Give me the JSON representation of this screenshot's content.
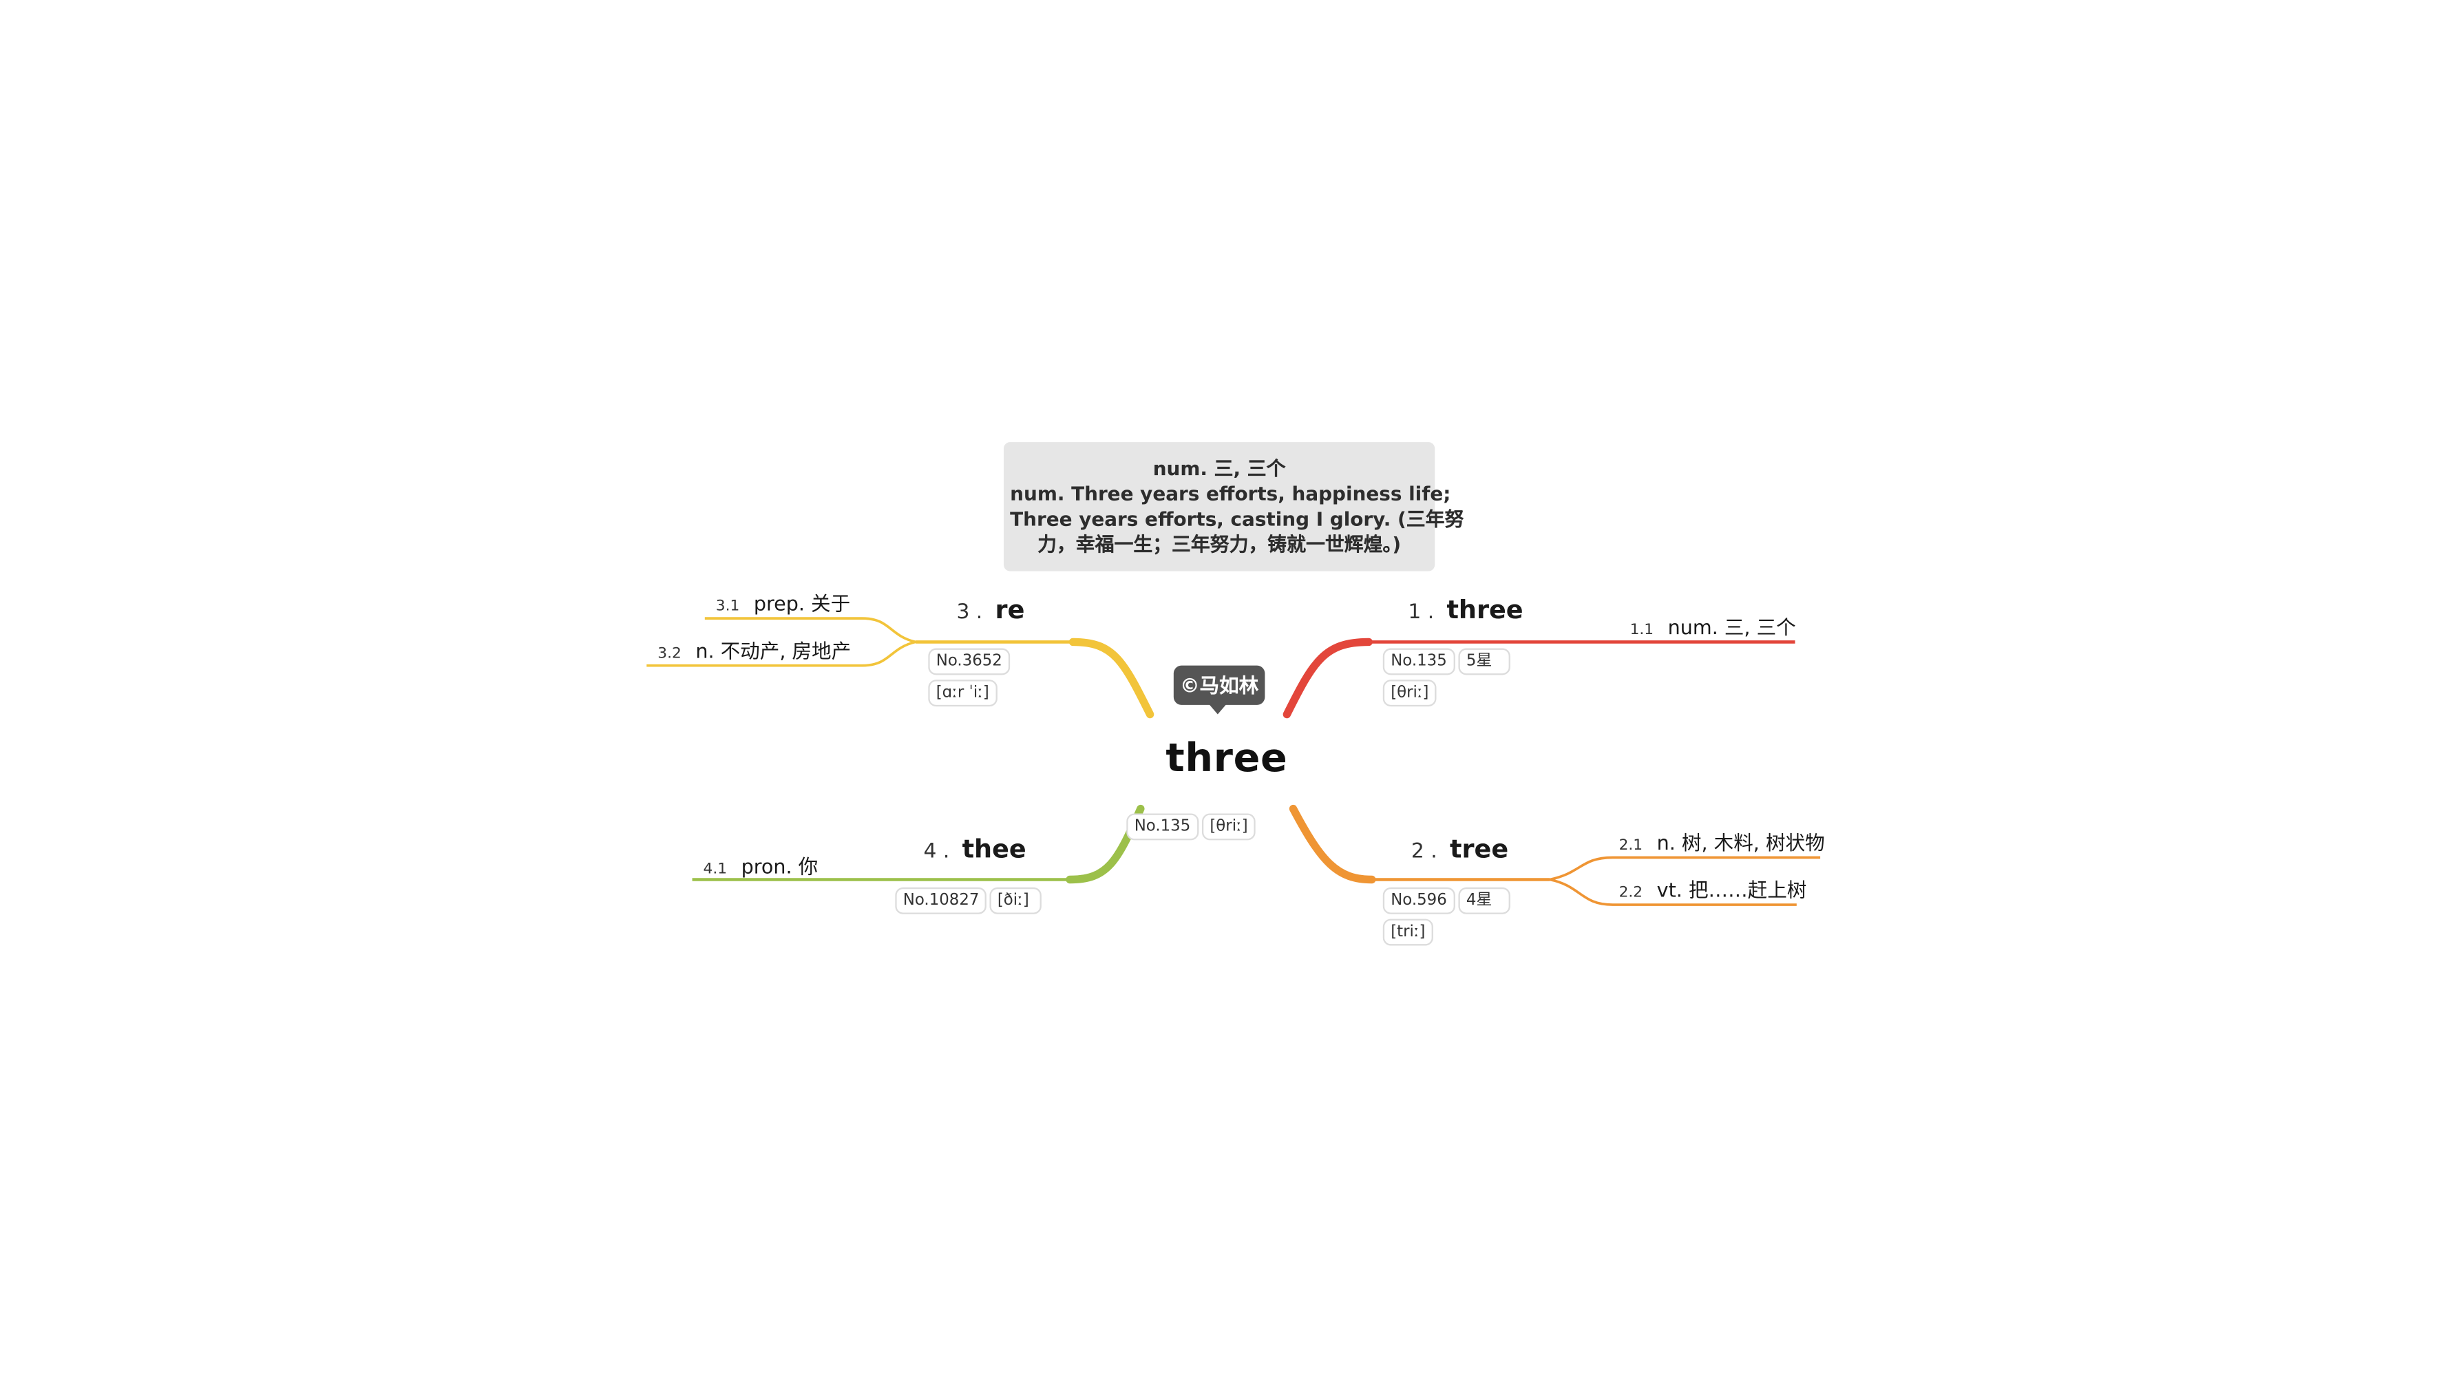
{
  "note": {
    "lines": [
      "num. 三, 三个",
      "num. Three years efforts, happiness life;",
      "Three years efforts, casting I glory. (三年努",
      "力，幸福一生；三年努力，铸就一世辉煌。)"
    ]
  },
  "callout": "©马如林",
  "central": {
    "word": "three",
    "rank": "No.135",
    "phonetic": "[θriː]"
  },
  "branches": [
    {
      "num": "1 .",
      "word": "three",
      "color": "#e3463b",
      "rank": "No.135",
      "stars": "5星",
      "phonetic": "[θriː]",
      "senses": [
        {
          "num": "1.1",
          "text": "num. 三, 三个"
        }
      ]
    },
    {
      "num": "2 .",
      "word": "tree",
      "color": "#ef9534",
      "rank": "No.596",
      "stars": "4星",
      "phonetic": "[triː]",
      "senses": [
        {
          "num": "2.1",
          "text": "n. 树, 木料, 树状物"
        },
        {
          "num": "2.2",
          "text": "vt. 把……赶上树"
        }
      ]
    },
    {
      "num": "3 .",
      "word": "re",
      "color": "#f2c43a",
      "rank": "No.3652",
      "phonetic": "[ɑːr ˈiː]",
      "senses": [
        {
          "num": "3.1",
          "text": "prep. 关于"
        },
        {
          "num": "3.2",
          "text": "n. 不动产, 房地产"
        }
      ]
    },
    {
      "num": "4 .",
      "word": "thee",
      "color": "#9cc04a",
      "rank": "No.10827",
      "phonetic": "[ðiː]",
      "senses": [
        {
          "num": "4.1",
          "text": "pron. 你"
        }
      ]
    }
  ]
}
